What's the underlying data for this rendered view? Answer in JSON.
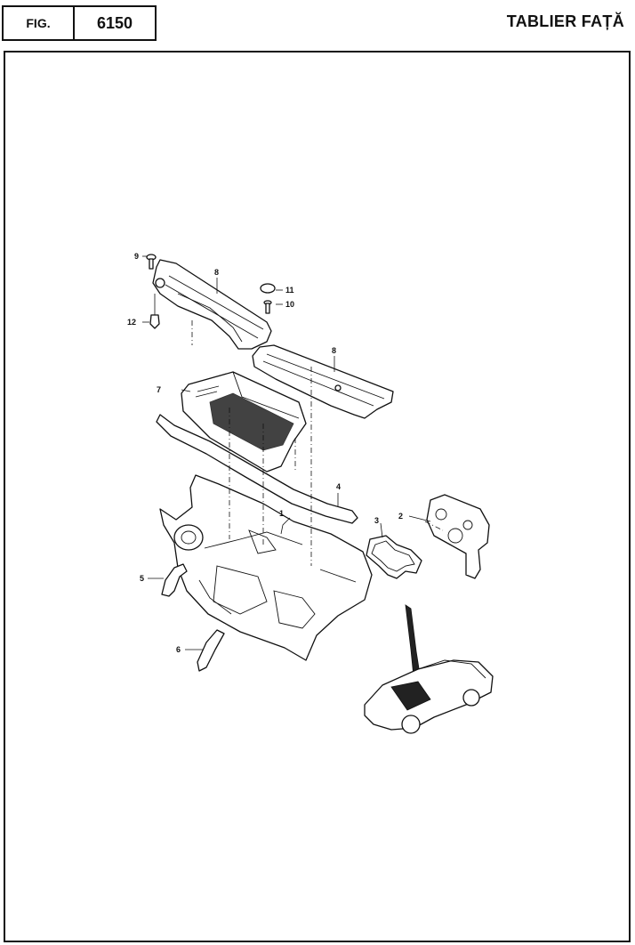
{
  "header": {
    "fig_label": "FIG.",
    "fig_number": "6150",
    "title": "TABLIER FAȚĂ"
  },
  "callouts": [
    "1",
    "2",
    "3",
    "4",
    "5",
    "6",
    "7",
    "8",
    "8",
    "9",
    "10",
    "11",
    "12"
  ]
}
